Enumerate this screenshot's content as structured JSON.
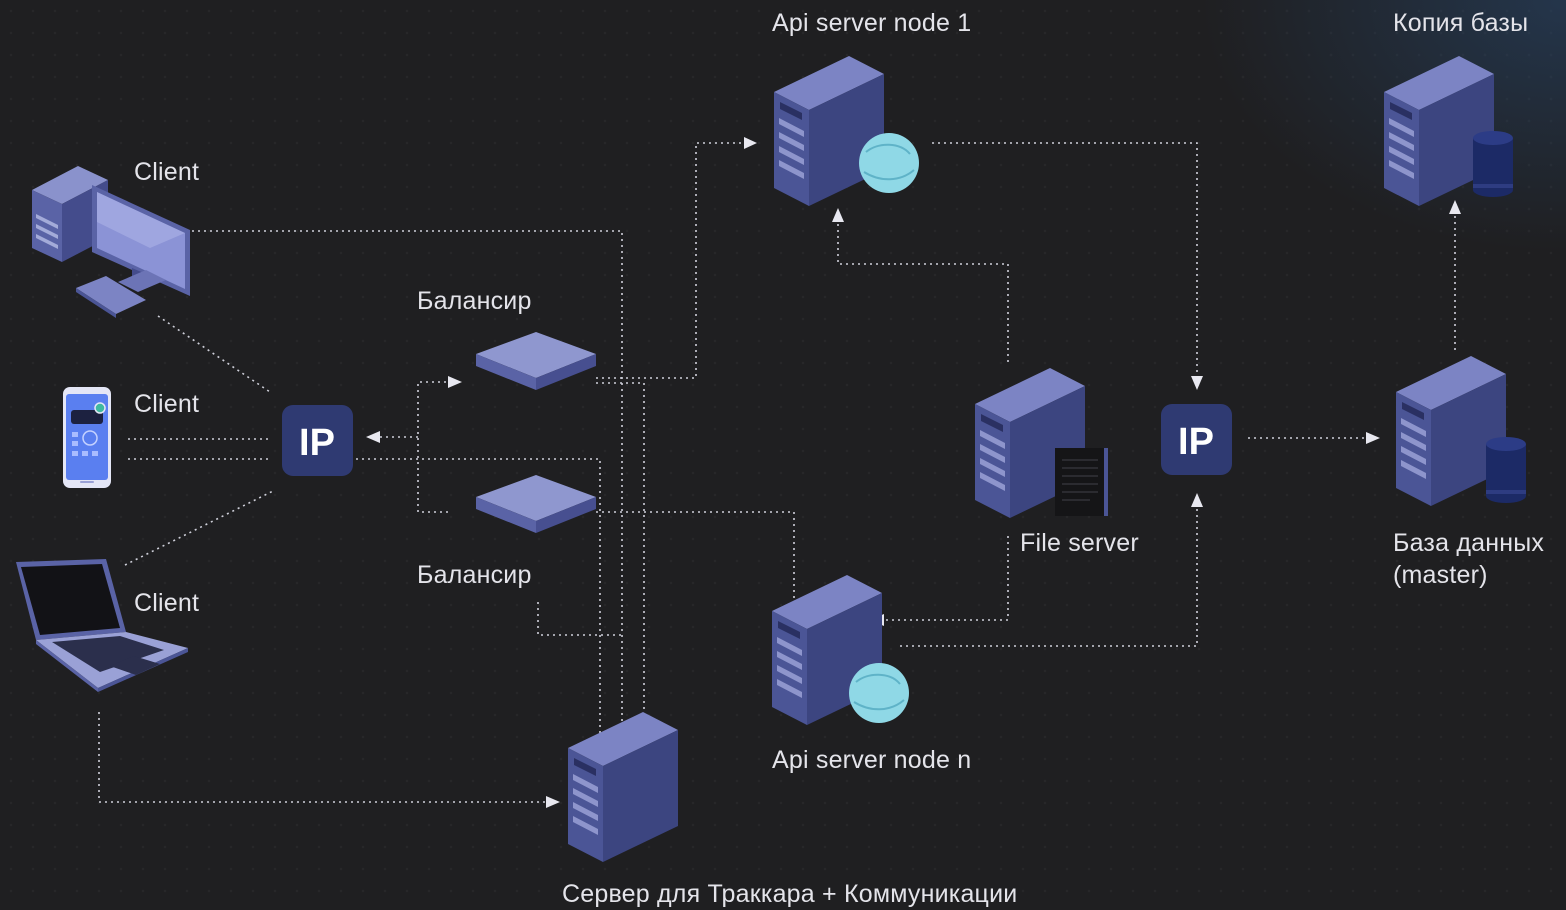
{
  "nodes": {
    "client_desktop": {
      "label": "Client",
      "icon": "desktop-computer-icon"
    },
    "client_phone": {
      "label": "Client",
      "icon": "smartphone-icon"
    },
    "client_laptop": {
      "label": "Client",
      "icon": "laptop-icon"
    },
    "ip_front": {
      "label": "IP"
    },
    "balancer_top": {
      "label": "Балансир"
    },
    "balancer_bottom": {
      "label": "Балансир"
    },
    "api_node_1": {
      "label": "Api server node 1"
    },
    "api_node_n": {
      "label": "Api server node n"
    },
    "file_server": {
      "label": "File server"
    },
    "ip_back": {
      "label": "IP"
    },
    "db_replica": {
      "label": "Копия базы"
    },
    "db_master": {
      "label_line1": "База данных",
      "label_line2": "(master)"
    },
    "tracker_server": {
      "label": "Сервер для Траккара + Коммуникации"
    }
  },
  "colors": {
    "background": "#1f1f21",
    "server_front": "#4b5596",
    "server_side": "#39427c",
    "server_top": "#7780c0",
    "ip_box": "#2f3a72",
    "globe": "#8fd8e6",
    "database": "#1c2a66",
    "connector": "#cfd0da"
  }
}
